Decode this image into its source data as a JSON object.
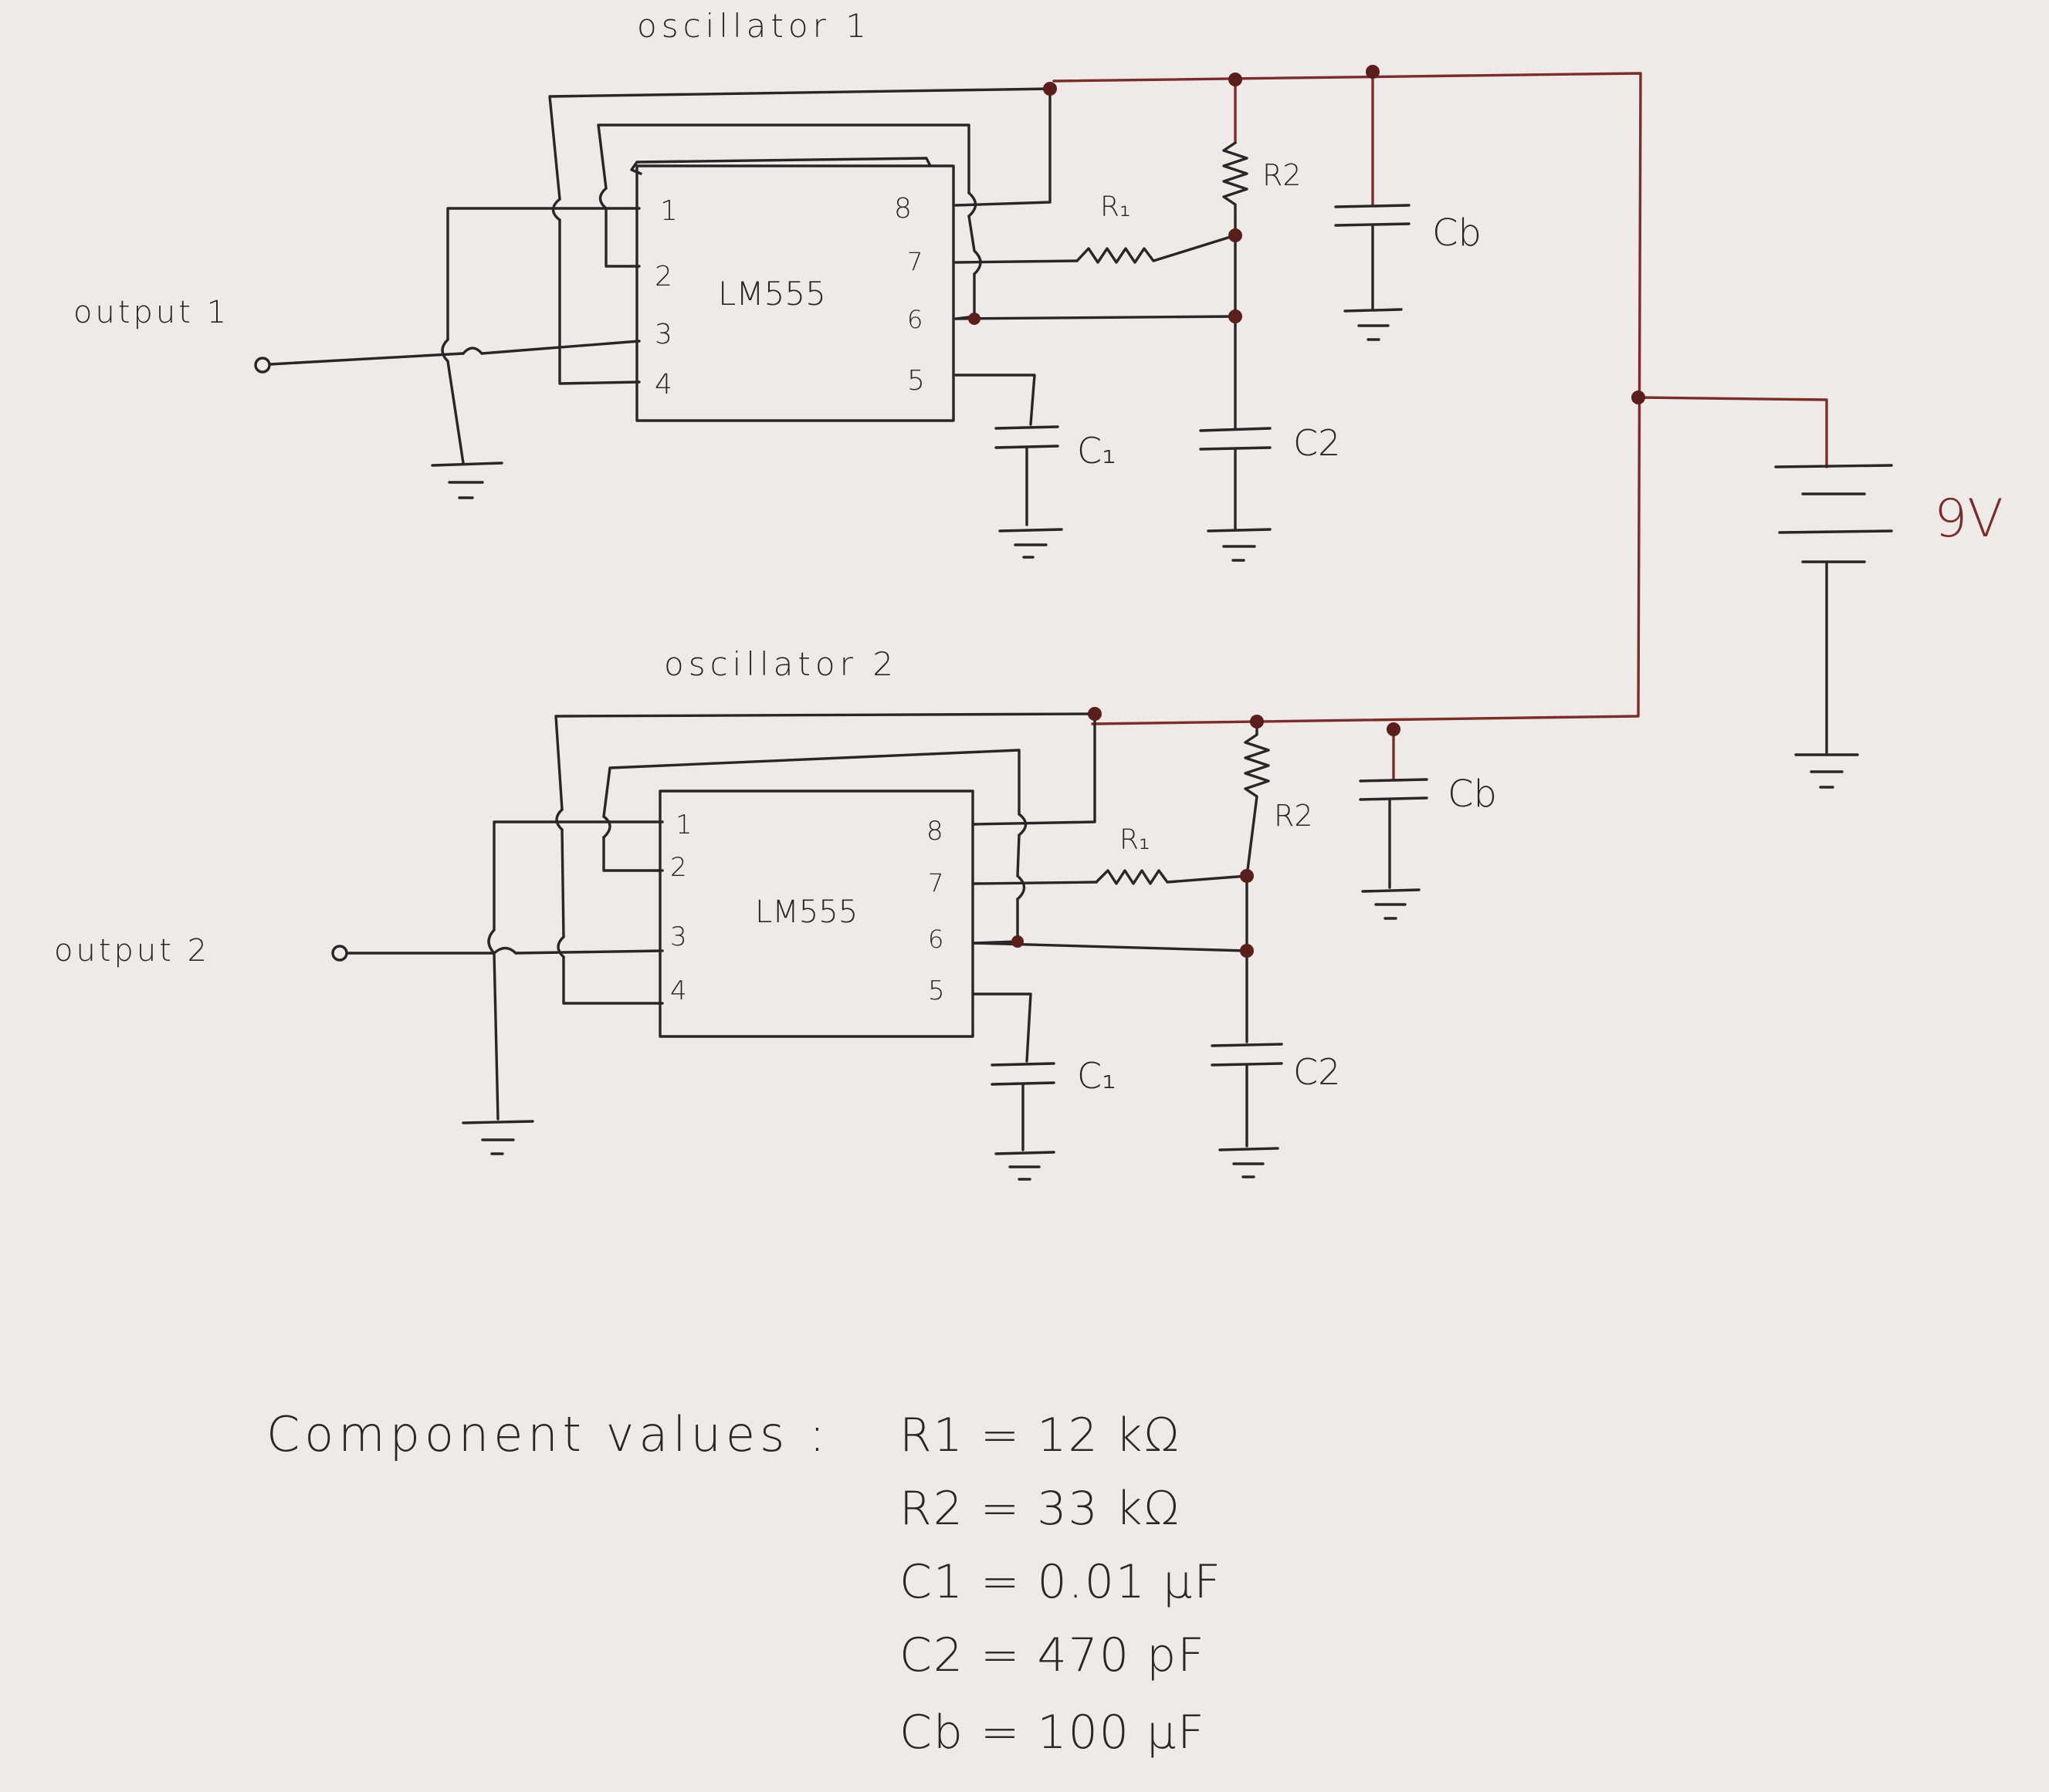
{
  "oscillator_1": {
    "title": "oscillator 1",
    "chip": "LM555",
    "pins_left": [
      "1",
      "2",
      "3",
      "4"
    ],
    "pins_right": [
      "8",
      "7",
      "6",
      "5"
    ],
    "output": "output 1",
    "r1": "R₁",
    "r2": "R2",
    "c1": "C₁",
    "c2": "C2",
    "cb": "Cb"
  },
  "oscillator_2": {
    "title": "oscillator 2",
    "chip": "LM555",
    "pins_left": [
      "1",
      "2",
      "3",
      "4"
    ],
    "pins_right": [
      "8",
      "7",
      "6",
      "5"
    ],
    "output": "output 2",
    "r1": "R₁",
    "r2": "R2",
    "c1": "C₁",
    "c2": "C2",
    "cb": "Cb"
  },
  "battery": {
    "label": "9V"
  },
  "component_values": {
    "heading": "Component values :",
    "items": [
      "R1 = 12 kΩ",
      "R2 = 33 kΩ",
      "C1 = 0.01 µF",
      "C2 = 470 pF",
      "Cb = 100 µF"
    ]
  }
}
